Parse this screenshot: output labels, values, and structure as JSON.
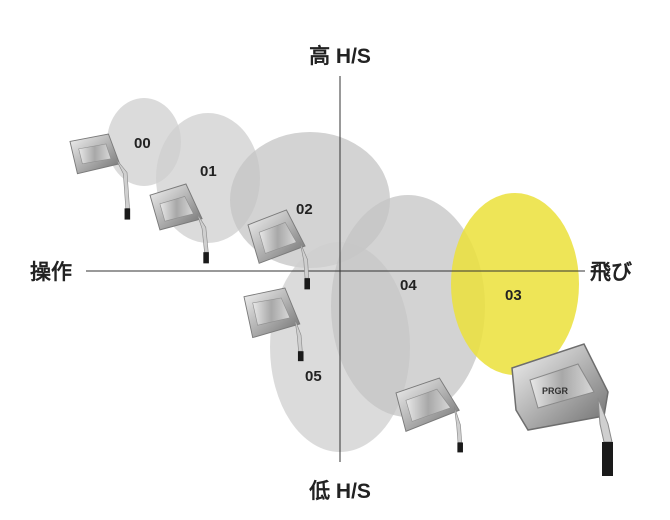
{
  "axes": {
    "top": "高 H/S",
    "bottom": "低 H/S",
    "left": "操作",
    "right": "飛び"
  },
  "zones": [
    {
      "label": "00",
      "color": "#cfcfcf"
    },
    {
      "label": "01",
      "color": "#cfcfcf"
    },
    {
      "label": "02",
      "color": "#c4c4c4"
    },
    {
      "label": "05",
      "color": "#cfcfcf"
    },
    {
      "label": "04",
      "color": "#c4c4c4"
    },
    {
      "label": "03",
      "color": "#ebe03a"
    }
  ],
  "clubs": [
    {
      "name": "iron-00"
    },
    {
      "name": "iron-01"
    },
    {
      "name": "iron-02"
    },
    {
      "name": "iron-05"
    },
    {
      "name": "iron-04"
    },
    {
      "name": "iron-03",
      "brand": "PRGR"
    }
  ]
}
